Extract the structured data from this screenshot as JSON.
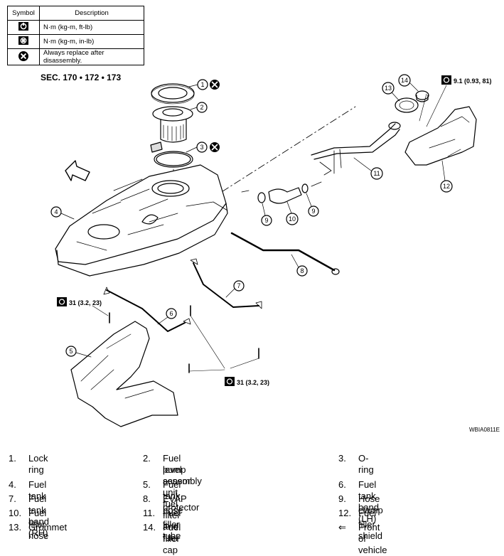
{
  "legend": {
    "header_symbol": "Symbol",
    "header_description": "Description",
    "rows": [
      {
        "icon": "torque-wrench-icon",
        "description": "N·m (kg-m, ft-lb)"
      },
      {
        "icon": "torque-wrench-inlb-icon",
        "description": "N·m (kg-m, in-lb)"
      },
      {
        "icon": "replace-x-icon",
        "description": "Always replace after disassembly."
      }
    ]
  },
  "section_label": "SEC. 170 • 172 • 173",
  "figure_code": "WBIA0811E",
  "callouts": [
    "1",
    "2",
    "3",
    "4",
    "5",
    "6",
    "7",
    "8",
    "9",
    "9",
    "10",
    "11",
    "12",
    "13",
    "14"
  ],
  "torques": [
    "9.1 (0.93, 81)",
    "31 (3.2, 23)",
    "31 (3.2, 23)"
  ],
  "parts": [
    {
      "num": "1.",
      "name": "Lock ring"
    },
    {
      "num": "2.",
      "name": "Fuel level sensor unit, fuel filter and fuel"
    },
    {
      "num": "",
      "name": "pump assembly"
    },
    {
      "num": "3.",
      "name": "O-ring"
    },
    {
      "num": "4.",
      "name": "Fuel tank"
    },
    {
      "num": "5.",
      "name": "Fuel tank protector"
    },
    {
      "num": "6.",
      "name": "Fuel tank band (LH)"
    },
    {
      "num": "7.",
      "name": "Fuel tank band (RH)"
    },
    {
      "num": "8.",
      "name": "EVAP hose"
    },
    {
      "num": "9.",
      "name": "Hose clamp"
    },
    {
      "num": "10.",
      "name": "Fuel filler hose"
    },
    {
      "num": "11.",
      "name": "Fuel filler tube"
    },
    {
      "num": "12.",
      "name": "Fuel filler shield"
    },
    {
      "num": "13.",
      "name": "Grommet"
    },
    {
      "num": "14.",
      "name": "Fuel filler cap"
    },
    {
      "num": "⇐",
      "name": "Front of vehicle"
    }
  ]
}
